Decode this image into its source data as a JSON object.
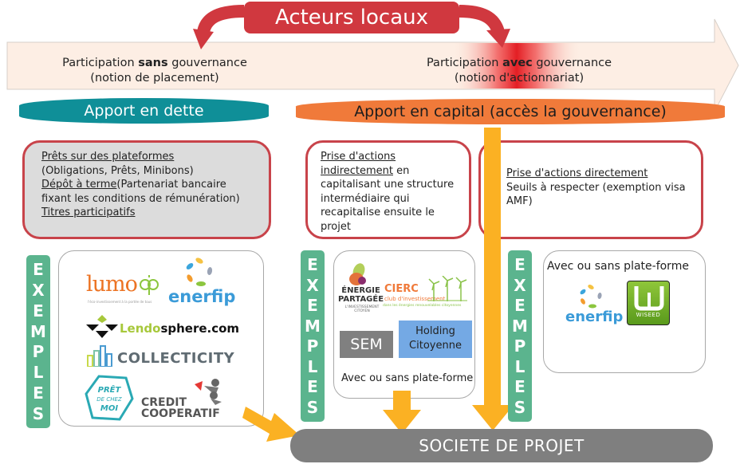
{
  "header": {
    "title": "Acteurs locaux"
  },
  "spectrum": {
    "left": {
      "prefix": "Participation ",
      "emphasis": "sans",
      "suffix": " gouvernance",
      "note": "(notion de placement)"
    },
    "right": {
      "prefix": "Participation ",
      "emphasis": "avec",
      "suffix": " gouvernance",
      "note": "(notion d'actionnariat)"
    }
  },
  "categories": {
    "dette": {
      "label": "Apport en dette",
      "color": "#0f8f98"
    },
    "capital": {
      "label": "Apport en capital (accès la gouvernance)",
      "color": "#f07a3a"
    }
  },
  "boxes": {
    "dette": {
      "item1_title": "Prêts sur des plateformes",
      "item1_desc": "(Obligations, Prêts, Minibons)",
      "item2_title": "Dépôt à terme",
      "item2_desc": "(Partenariat bancaire fixant les conditions de rémunération)",
      "item3_title": "Titres participatifs"
    },
    "indirect": {
      "title": "Prise d'actions indirectement",
      "desc": " en capitalisant une structure intermédiaire qui recapitalise ensuite le projet"
    },
    "direct": {
      "title": "Prise d'actions directement",
      "desc": "Seuils à respecter (exemption visa AMF)"
    }
  },
  "exemples_label": [
    "E",
    "X",
    "E",
    "M",
    "P",
    "L",
    "E",
    "S"
  ],
  "examples": {
    "dette": {
      "logos": [
        "lumo",
        "enerfip",
        "Lendosphere.com",
        "COLLECTICITY",
        "PRÊT DE CHEZ MOI",
        "CREDIT COOPERATIF"
      ],
      "lumo": "lumo",
      "lumo_tagline": "l'éco-investissement à la portée de tous",
      "enerfip": "enerfip",
      "lendo_a": "Lendo",
      "lendo_b": "sphere.com",
      "collecticity": "COLLECTICITY",
      "pret_1": "PRÊT",
      "pret_2": "DE CHEZ",
      "pret_3": "MOI",
      "credit_1": "CREDIT",
      "credit_2": "COOPERATIF"
    },
    "indirect": {
      "energie_1": "ÉNERGIE",
      "energie_2": "PARTAGÉE",
      "energie_sub": "L'INVESTISSEMENT CITOYEN",
      "cierc": "CIERC",
      "cierc_sub": "club d'investissement",
      "cierc_sub2": "dans les énergies renouvelables citoyennes",
      "sem": "SEM",
      "holding": "Holding Citoyenne",
      "platform_note": "Avec ou sans plate-forme"
    },
    "direct": {
      "platform_note": "Avec ou sans plate-forme",
      "enerfip": "enerfip",
      "wiseed": "WISEED"
    }
  },
  "target": {
    "label": "SOCIETE DE PROJET"
  },
  "colors": {
    "header_red": "#d0383f",
    "box_border": "#c8434a",
    "exemples_green": "#5bb48e",
    "flow_yellow": "#fbb123",
    "target_gray": "#7f7f7f"
  }
}
